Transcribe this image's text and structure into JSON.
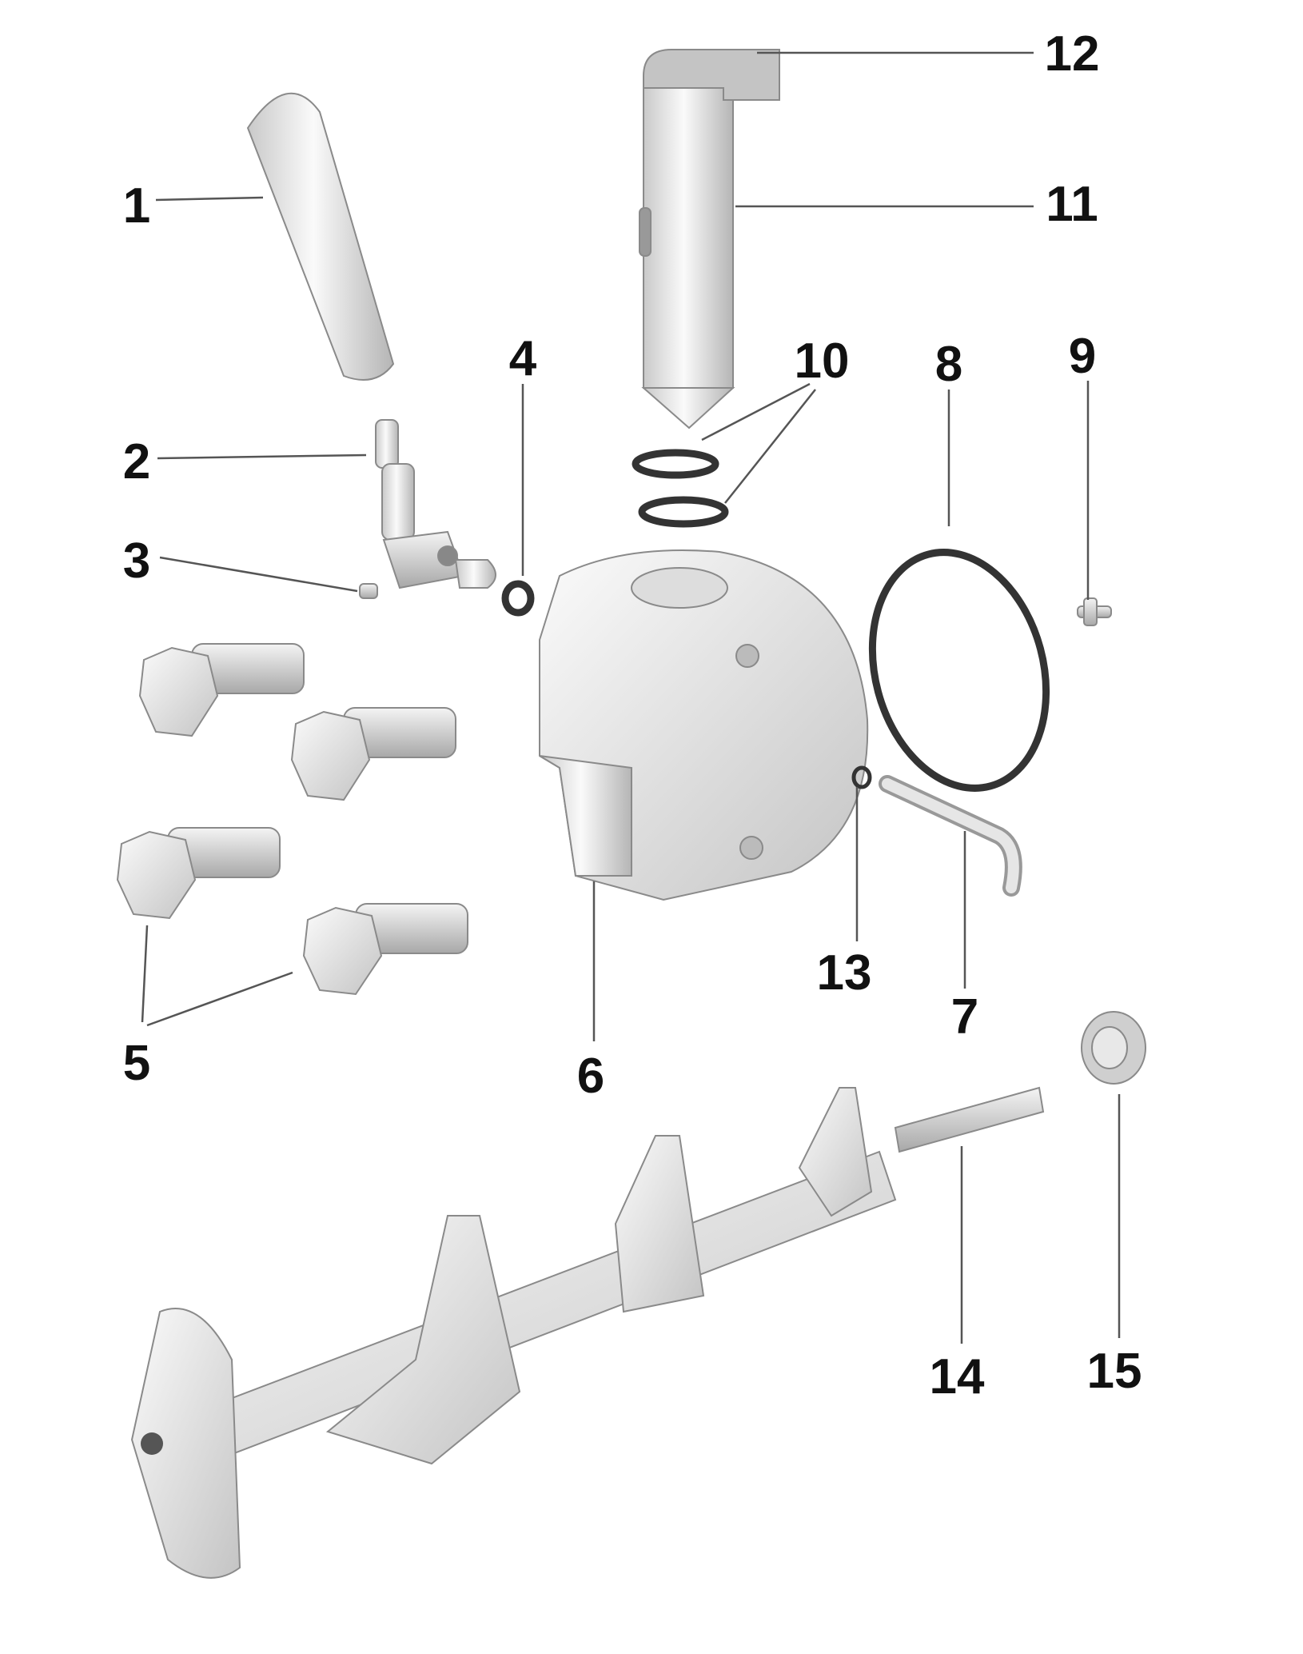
{
  "diagram": {
    "type": "exploded parts diagram",
    "callouts": [
      {
        "number": "1"
      },
      {
        "number": "2"
      },
      {
        "number": "3"
      },
      {
        "number": "4"
      },
      {
        "number": "5"
      },
      {
        "number": "6"
      },
      {
        "number": "7"
      },
      {
        "number": "8"
      },
      {
        "number": "9"
      },
      {
        "number": "10"
      },
      {
        "number": "11"
      },
      {
        "number": "12"
      },
      {
        "number": "13"
      },
      {
        "number": "14"
      },
      {
        "number": "15"
      }
    ]
  }
}
